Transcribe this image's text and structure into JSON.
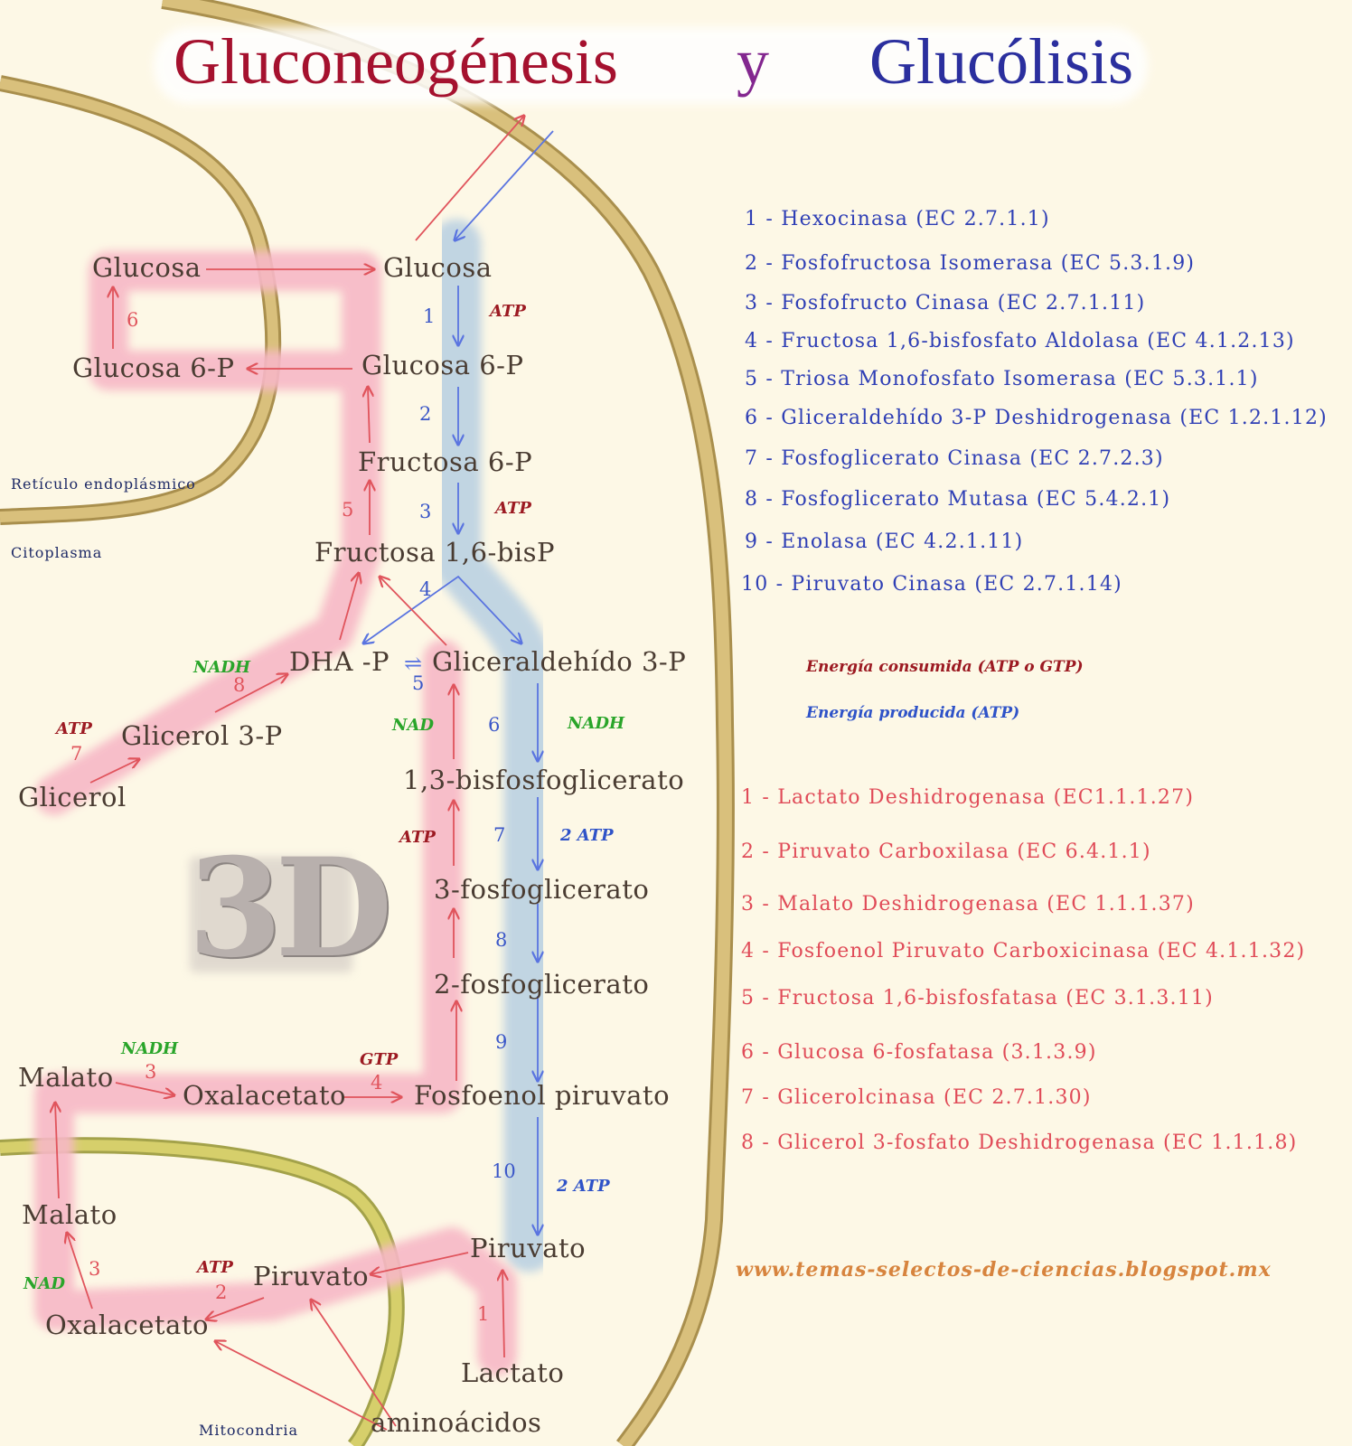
{
  "title": {
    "gluconeogenesis": "Gluconeogénesis",
    "and": "y",
    "glycolysis": "Glucólisis"
  },
  "regions": {
    "er": "Retículo endoplásmico",
    "cytoplasm": "Citoplasma",
    "mitochondria": "Mitocondria"
  },
  "metabolites": {
    "glucose_er": "Glucosa",
    "glucose_cyt": "Glucosa",
    "g6p_er": "Glucosa 6-P",
    "g6p_cyt": "Glucosa 6-P",
    "f6p": "Fructosa 6-P",
    "f16bp": "Fructosa 1,6-bisP",
    "dhap": "DHA -P",
    "eq_arrow": "⇌",
    "gap": "Gliceraldehído 3-P",
    "glycerol3p": "Glicerol 3-P",
    "glycerol": "Glicerol",
    "bpg13": "1,3-bisfosfoglicerato",
    "pg3": "3-fosfoglicerato",
    "pg2": "2-fosfoglicerato",
    "malate_cyt": "Malato",
    "oaa_cyt": "Oxalacetato",
    "pep": "Fosfoenol piruvato",
    "malate_mit": "Malato",
    "pyruvate_cyt": "Piruvato",
    "pyruvate_mit": "Piruvato",
    "oaa_mit": "Oxalacetato",
    "lactate": "Lactato",
    "aminoacids": "aminoácidos"
  },
  "step_numbers": {
    "b1": "1",
    "b2": "2",
    "b3": "3",
    "b4": "4",
    "b5": "5",
    "b6": "6",
    "b7": "7",
    "b8": "8",
    "b9": "9",
    "b10": "10",
    "r6": "6",
    "r5": "5",
    "r8": "8",
    "r7": "7",
    "r3a": "3",
    "r4": "4",
    "r3b": "3",
    "r2": "2",
    "r1": "1"
  },
  "cofactors": {
    "atp_hex": "ATP",
    "atp_pfk": "ATP",
    "nadh_g3pdh": "NADH",
    "atp_glyk": "ATP",
    "nad_gapdh": "NAD",
    "nadh_gapdh": "NADH",
    "atp_pgk_gng": "ATP",
    "atp2_pgk": "2 ATP",
    "nadh_mdh": "NADH",
    "gtp_pepck": "GTP",
    "atp2_pk": "2 ATP",
    "atp_pc": "ATP",
    "nad_mdh_mit": "NAD"
  },
  "glycolysis_enzymes": [
    "1 -  Hexocinasa (EC 2.7.1.1)",
    "2 -  Fosfofructosa Isomerasa (EC 5.3.1.9)",
    "3 -  Fosfofructo Cinasa (EC 2.7.1.11)",
    "4 -  Fructosa 1,6-bisfosfato Aldolasa (EC 4.1.2.13)",
    "5 -  Triosa Monofosfato Isomerasa (EC 5.3.1.1)",
    "6 -  Gliceraldehído 3-P Deshidrogenasa (EC 1.2.1.12)",
    "7 -  Fosfoglicerato Cinasa (EC 2.7.2.3)",
    "8 -  Fosfoglicerato Mutasa (EC 5.4.2.1)",
    "9 -  Enolasa (EC 4.2.1.11)",
    "10 - Piruvato Cinasa (EC 2.7.1.14)"
  ],
  "legend": {
    "consumed": "Energía consumida (ATP o GTP)",
    "produced": "Energía producida (ATP)"
  },
  "gluconeogenesis_enzymes": [
    "1 -  Lactato Deshidrogenasa (EC1.1.1.27)",
    "2 -  Piruvato Carboxilasa (EC 6.4.1.1)",
    "3 -  Malato Deshidrogenasa (EC 1.1.1.37)",
    "4 -  Fosfoenol Piruvato Carboxicinasa (EC 4.1.1.32)",
    "5 -  Fructosa 1,6-bisfosfatasa (EC 3.1.3.11)",
    "6 -  Glucosa 6-fosfatasa (3.1.3.9)",
    "7 -  Glicerolcinasa (EC 2.7.1.30)",
    "8 -  Glicerol 3-fosfato Deshidrogenasa (EC 1.1.1.8)"
  ],
  "url": "www.temas-selectos-de-ciencias.blogspot.mx",
  "logo_text": "3D",
  "colors": {
    "background": "#fdf8e6",
    "membrane": "#d9c07c",
    "mito_membrane": "#d6cf6b",
    "gluconeogenesis": "#a5112e",
    "glycolysis": "#2b2f9e",
    "red_arrow": "#e0545c",
    "blue_arrow": "#5a74e0",
    "pink_glow": "#f7b8c6",
    "blue_glow": "#b7cfe2"
  }
}
